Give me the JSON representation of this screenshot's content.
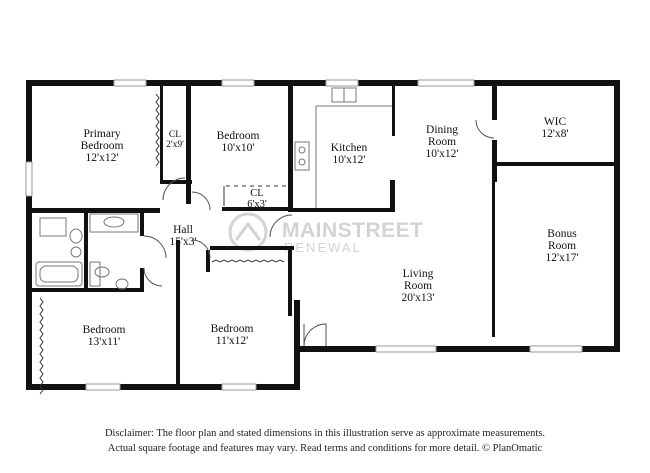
{
  "rooms": {
    "primary_bedroom": {
      "name_line1": "Primary",
      "name_line2": "Bedroom",
      "dims": "12'x12'"
    },
    "closet_primary": {
      "name": "CL",
      "dims": "2'x9'"
    },
    "bedroom_2": {
      "name": "Bedroom",
      "dims": "10'x10'"
    },
    "closet_2": {
      "name": "CL",
      "dims": "6'x3'"
    },
    "kitchen": {
      "name": "Kitchen",
      "dims": "10'x12'"
    },
    "dining": {
      "name_line1": "Dining",
      "name_line2": "Room",
      "dims": "10'x12'"
    },
    "wic": {
      "name": "WIC",
      "dims": "12'x8'"
    },
    "hall": {
      "name": "Hall",
      "dims": "15'x3'"
    },
    "bonus": {
      "name_line1": "Bonus",
      "name_line2": "Room",
      "dims": "12'x17'"
    },
    "living": {
      "name_line1": "Living",
      "name_line2": "Room",
      "dims": "20'x13'"
    },
    "bedroom_3": {
      "name": "Bedroom",
      "dims": "13'x11'"
    },
    "bedroom_4": {
      "name": "Bedroom",
      "dims": "11'x12'"
    }
  },
  "watermark": {
    "line1": "MAINSTREET",
    "line2": "RENEWAL"
  },
  "disclaimer": {
    "line1": "Disclaimer: The floor plan and stated dimensions in this illustration serve as approximate measurements.",
    "line2": "Actual square footage and features may vary. Read terms and conditions for more detail. © PlanOmatic"
  },
  "colors": {
    "wall": "#111111",
    "window": "#bdbdbd",
    "fixture": "#888888",
    "watermark": "#d0d0d0"
  }
}
